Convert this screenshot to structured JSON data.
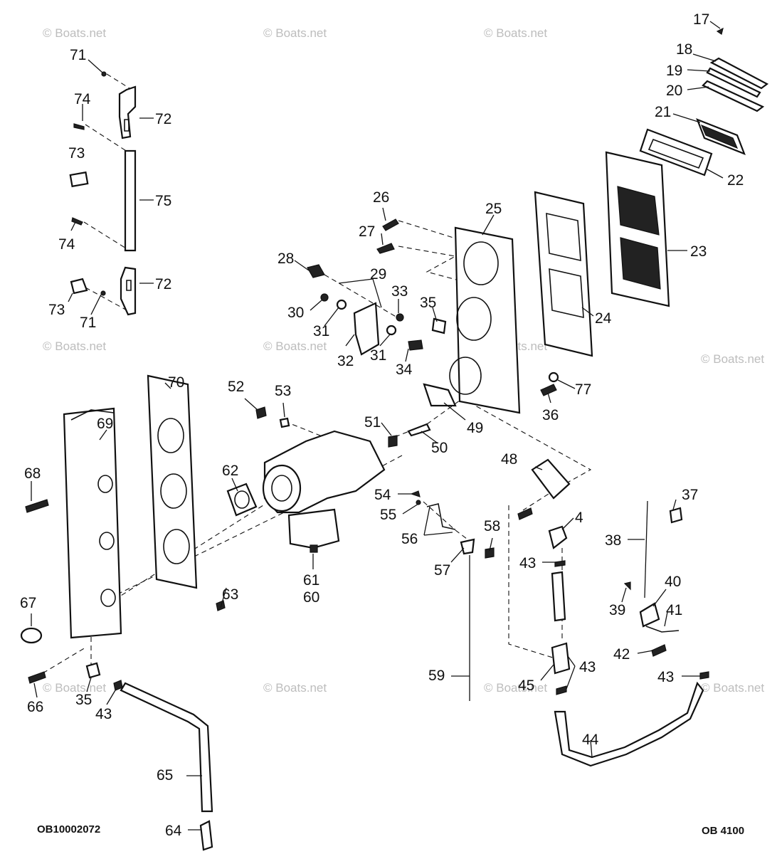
{
  "watermark": "© Boats.net",
  "footer": {
    "left_code": "OB10002072",
    "right_code": "OB 4100"
  },
  "callouts": {
    "c4": "4",
    "c17": "17",
    "c18": "18",
    "c19": "19",
    "c20": "20",
    "c21": "21",
    "c22": "22",
    "c23": "23",
    "c24": "24",
    "c25": "25",
    "c26": "26",
    "c27": "27",
    "c28": "28",
    "c29": "29",
    "c30": "30",
    "c31a": "31",
    "c31b": "31",
    "c32": "32",
    "c33": "33",
    "c34": "34",
    "c35a": "35",
    "c35b": "35",
    "c36": "36",
    "c37": "37",
    "c38": "38",
    "c39": "39",
    "c40": "40",
    "c41": "41",
    "c42": "42",
    "c43a": "43",
    "c43b": "43",
    "c43c": "43",
    "c43d": "43",
    "c44": "44",
    "c45": "45",
    "c48": "48",
    "c49": "49",
    "c50": "50",
    "c51": "51",
    "c52": "52",
    "c53": "53",
    "c54": "54",
    "c55": "55",
    "c56": "56",
    "c57": "57",
    "c58": "58",
    "c59": "59",
    "c60": "60",
    "c61": "61",
    "c62": "62",
    "c63": "63",
    "c64": "64",
    "c65": "65",
    "c66": "66",
    "c67": "67",
    "c68": "68",
    "c69": "69",
    "c70": "70",
    "c71a": "71",
    "c71b": "71",
    "c72a": "72",
    "c72b": "72",
    "c73a": "73",
    "c73b": "73",
    "c74a": "74",
    "c74b": "74",
    "c75": "75",
    "c77": "77"
  }
}
